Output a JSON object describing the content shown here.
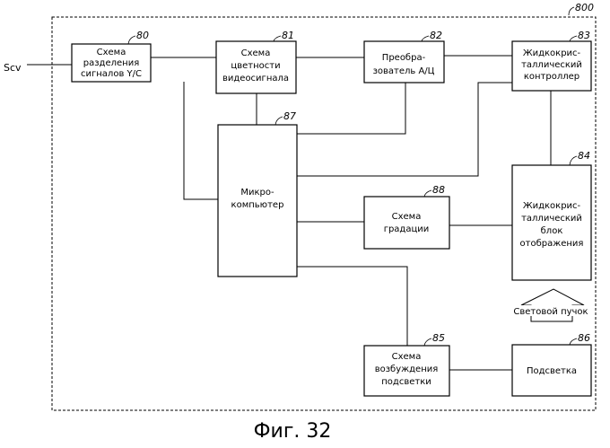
{
  "figure": {
    "caption": "Фиг. 32",
    "frame_ref": "800",
    "input_signal": "Scv"
  },
  "blocks": {
    "b80": {
      "ref": "80",
      "lines": [
        "Схема",
        "разделения",
        "сигналов Y/C"
      ]
    },
    "b81": {
      "ref": "81",
      "lines": [
        "Схема",
        "цветности",
        "видеосигнала"
      ]
    },
    "b82": {
      "ref": "82",
      "lines": [
        "Преобра-",
        "зователь А/Ц"
      ]
    },
    "b83": {
      "ref": "83",
      "lines": [
        "Жидкокрис-",
        "таллический",
        "контроллер"
      ]
    },
    "b87": {
      "ref": "87",
      "lines": [
        "Микро-",
        "компьютер"
      ]
    },
    "b88": {
      "ref": "88",
      "lines": [
        "Схема",
        "градации"
      ]
    },
    "b84": {
      "ref": "84",
      "lines": [
        "Жидкокрис-",
        "таллический",
        "блок",
        "отображения"
      ]
    },
    "b85": {
      "ref": "85",
      "lines": [
        "Схема",
        "возбуждения",
        "подсветки"
      ]
    },
    "b86": {
      "ref": "86",
      "lines": [
        "Подсветка"
      ]
    }
  },
  "light_beam": {
    "label": "Световой пучок"
  }
}
